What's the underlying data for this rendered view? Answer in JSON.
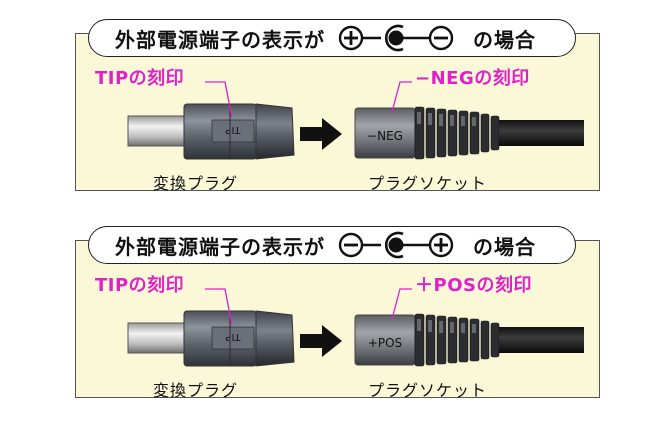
{
  "panels": [
    {
      "header_left": "外部電源端子の表示が",
      "header_right": "の場合",
      "polarity_order": [
        "plus",
        "center",
        "minus"
      ],
      "tip_label": "TIPの刻印",
      "socket_label": "−NEGの刻印",
      "socket_marking": "−NEG",
      "plug_marking": "TIP",
      "plug_caption": "変換プラグ",
      "socket_caption": "プラグソケット"
    },
    {
      "header_left": "外部電源端子の表示が",
      "header_right": "の場合",
      "polarity_order": [
        "minus",
        "center",
        "plus"
      ],
      "tip_label": "TIPの刻印",
      "socket_label": "＋POSの刻印",
      "socket_marking": "+POS",
      "plug_marking": "TIP",
      "plug_caption": "変換プラグ",
      "socket_caption": "プラグソケット"
    }
  ],
  "colors": {
    "panel_bg": "#fbf8d8",
    "label_pink": "#e020c8",
    "arrow": "#111111"
  }
}
